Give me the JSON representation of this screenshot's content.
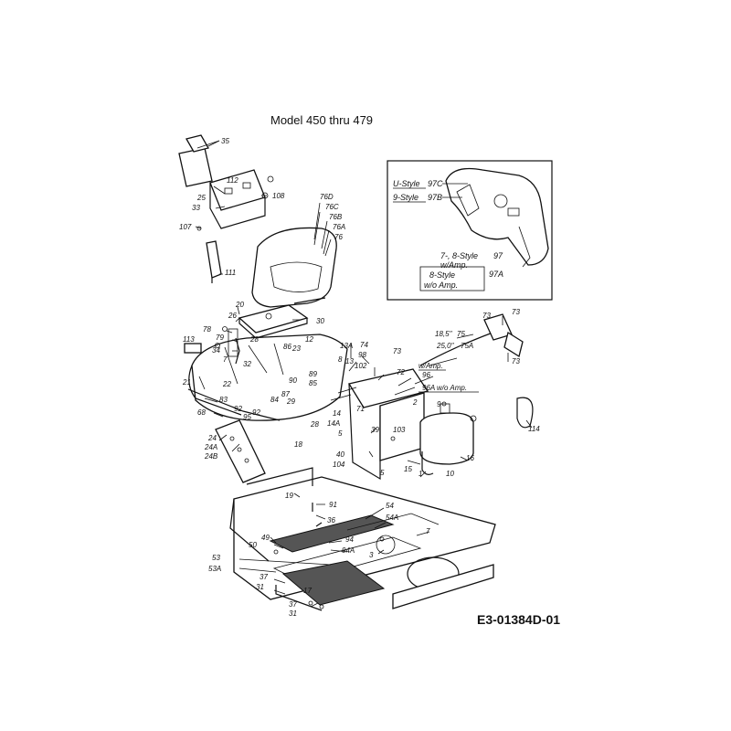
{
  "header": {
    "title": "Model  450 thru 479"
  },
  "footer": {
    "code": "E3-01384D-01"
  },
  "inset": {
    "u_style": "U-Style",
    "u_style_part": "97C",
    "g_style": "9-Style",
    "g_style_part": "97B",
    "amp_style": "7-, 8-Style",
    "amp_note": "w/Amp.",
    "amp_part": "97",
    "noamp_style": "8-Style",
    "noamp_note": "w/o Amp.",
    "noamp_part": "97A"
  },
  "notes": {
    "len_a": "18,5\"",
    "len_a_part": "75",
    "len_b": "25,0\"",
    "len_b_part": "75A",
    "w_amp": "w/Amp.",
    "w_amp_part": "96",
    "wo_amp_part": "96A",
    "wo_amp": "w/o Amp."
  },
  "part_labels": {
    "p35": "35",
    "p112": "112",
    "p25": "25",
    "p33": "33",
    "p108": "108",
    "p107": "107",
    "p111": "111",
    "p76D": "76D",
    "p76C": "76C",
    "p76B": "76B",
    "p76A": "76A",
    "p76": "76",
    "p20": "20",
    "p26": "26",
    "p78": "78",
    "p30": "30",
    "p79": "79",
    "p113": "113",
    "p34": "34",
    "p28a": "28",
    "p23": "23",
    "p12": "12",
    "p13A": "13A",
    "p13": "13",
    "p74": "74",
    "p98": "98",
    "p73a": "73",
    "p102": "102",
    "p72": "72",
    "p7a": "7",
    "p32": "32",
    "p86": "86",
    "p89": "89",
    "p90": "90",
    "p85": "85",
    "p21": "21",
    "p22": "22",
    "p87": "87",
    "p83": "83",
    "p84": "84",
    "p29": "29",
    "p92a": "92",
    "p92b": "92",
    "p95": "95",
    "p68": "68",
    "p28b": "28",
    "p14": "14",
    "p14A": "14A",
    "p71": "71",
    "p2": "2",
    "p9": "9",
    "p103": "103",
    "p39": "39",
    "p5": "5",
    "p40": "40",
    "p104": "104",
    "p15": "15",
    "p16": "16",
    "p10": "10",
    "p1": "1",
    "p24": "24",
    "p24A": "24A",
    "p24B": "24B",
    "p18": "18",
    "p19": "19",
    "p91": "91",
    "p36": "36",
    "p54": "54",
    "p54A": "54A",
    "p7b": "7",
    "p49": "49",
    "p50": "50",
    "p94": "94",
    "p94A": "94A",
    "p3": "3",
    "p53": "53",
    "p53A": "53A",
    "p37a": "37",
    "p31a": "31",
    "p17": "17",
    "p37b": "37",
    "p31b": "31",
    "p73b": "73",
    "p73c": "73",
    "p73d": "73",
    "p114": "114",
    "p8": "8",
    "p5b": "5"
  }
}
